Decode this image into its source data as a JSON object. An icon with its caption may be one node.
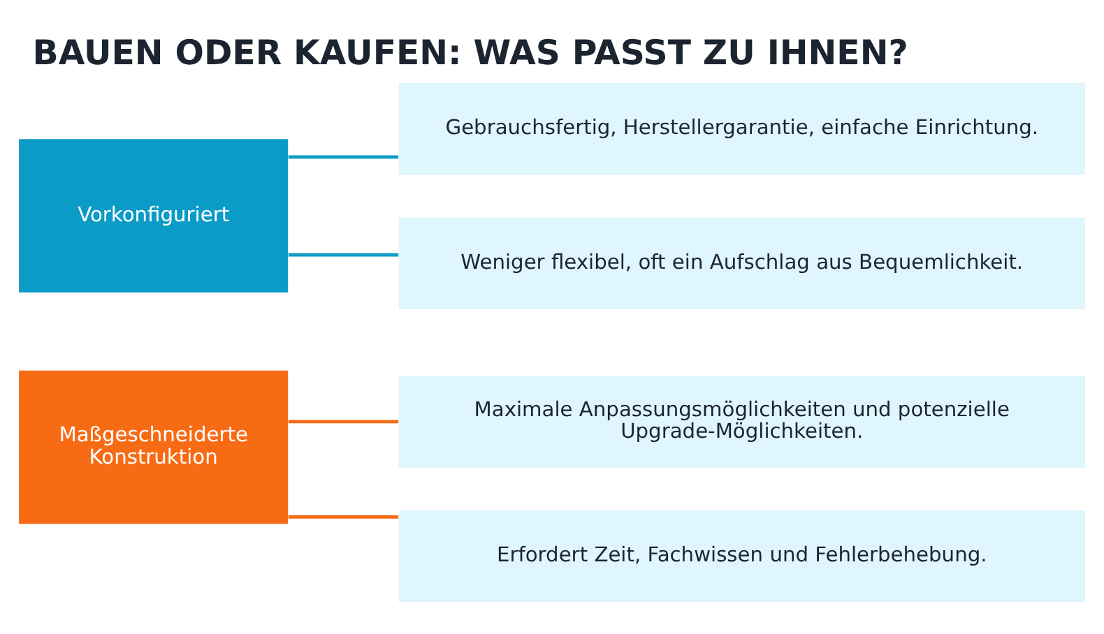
{
  "diagram": {
    "title": "BAUEN ODER KAUFEN: WAS PASST ZU IHNEN?",
    "nodes": [
      {
        "text": [
          "Vorkonfiguriert"
        ]
      },
      {
        "text": [
          "Gebrauchsfertig, Herstellergarantie, einfache Einrichtung."
        ]
      },
      {
        "text": [
          "Weniger flexibel, oft ein Aufschlag aus Bequemlichkeit."
        ]
      },
      {
        "text": [
          "Maßgeschneiderte Konstruktion"
        ]
      },
      {
        "text": [
          "Maximale Anpassungsmöglichkeiten und potenzielle Upgrade-Möglichkeiten."
        ]
      },
      {
        "text": [
          "Erfordert Zeit, Fachwissen und Fehlerbehebung."
        ]
      }
    ],
    "edges": [
      {
        "from": 0,
        "to": 1,
        "arrow": "none",
        "color": "#0a9bc7"
      },
      {
        "from": 0,
        "to": 2,
        "arrow": "none",
        "color": "#0a9bc7"
      },
      {
        "from": 3,
        "to": 4,
        "arrow": "none",
        "color": "#f76b15"
      },
      {
        "from": 3,
        "to": 5,
        "arrow": "none",
        "color": "#f76b15"
      }
    ]
  }
}
